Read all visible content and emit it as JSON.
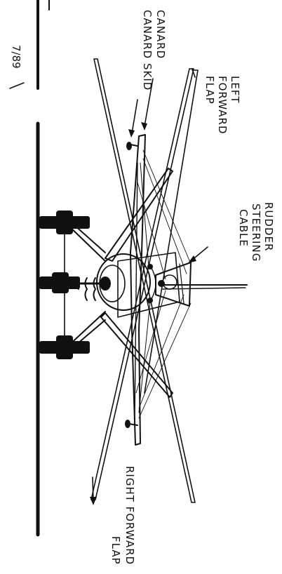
{
  "sheet_mark": "7/89",
  "labels": {
    "canard": "CANARD",
    "canard_skid": "CANARD SKID",
    "left_forward_flap_1": "LEFT",
    "left_forward_flap_2": "FORWARD",
    "left_forward_flap_3": "FLAP",
    "rudder_steering_cable_1": "RUDDER",
    "rudder_steering_cable_2": "STEERING",
    "rudder_steering_cable_3": "CABLE",
    "right_forward_flap_1": "RIGHT FORWARD",
    "right_forward_flap_2": "FLAP"
  }
}
